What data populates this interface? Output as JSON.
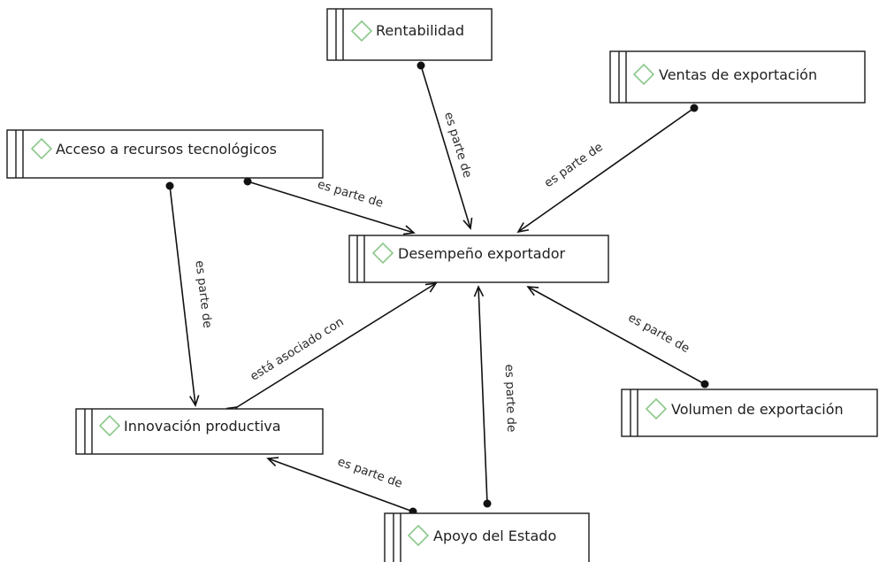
{
  "nodes": {
    "rentabilidad": "Rentabilidad",
    "ventas": "Ventas de exportación",
    "acceso": "Acceso a recursos tecnológicos",
    "desempeno": "Desempeño exportador",
    "innovacion": "Innovación productiva",
    "volumen": "Volumen de exportación",
    "apoyo": "Apoyo del Estado"
  },
  "links": {
    "rentabilidad_desempeno": "es parte de",
    "ventas_desempeno": "es parte de",
    "acceso_desempeno": "es parte de",
    "acceso_innovacion": "es parte de",
    "innovacion_desempeno": "está asociado con",
    "apoyo_desempeno": "es parte de",
    "volumen_desempeno": "es parte de",
    "apoyo_innovacion": "es parte de"
  },
  "colors": {
    "diamond_icon": "#8bc88b",
    "line": "#111111"
  }
}
